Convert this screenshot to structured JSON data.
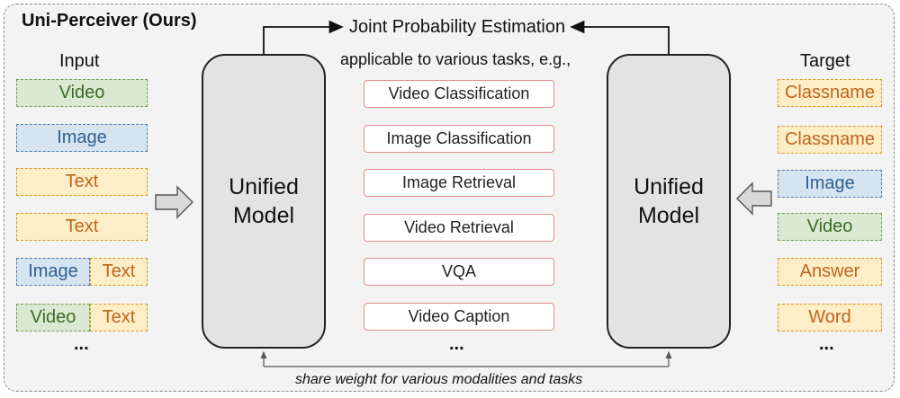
{
  "title": "Uni-Perceiver (Ours)",
  "input": {
    "heading": "Input",
    "rows": [
      {
        "kind": "video",
        "label": "Video"
      },
      {
        "kind": "image",
        "label": "Image"
      },
      {
        "kind": "text",
        "label": "Text"
      },
      {
        "kind": "text",
        "label": "Text"
      }
    ],
    "pair1": {
      "left": "Image",
      "right": "Text"
    },
    "pair2": {
      "left": "Video",
      "right": "Text"
    },
    "ellipsis": "..."
  },
  "target": {
    "heading": "Target",
    "rows": [
      {
        "kind": "text",
        "label": "Classname"
      },
      {
        "kind": "text",
        "label": "Classname"
      },
      {
        "kind": "image",
        "label": "Image"
      },
      {
        "kind": "video",
        "label": "Video"
      },
      {
        "kind": "text",
        "label": "Answer"
      },
      {
        "kind": "text",
        "label": "Word"
      }
    ],
    "ellipsis": "..."
  },
  "left_model": {
    "line1": "Unified",
    "line2": "Model"
  },
  "right_model": {
    "line1": "Unified",
    "line2": "Model"
  },
  "joint_label": "Joint Probability Estimation",
  "tasks_intro": "applicable to various tasks, e.g.,",
  "tasks": [
    "Video Classification",
    "Image Classification",
    "Image Retrieval",
    "Video Retrieval",
    "VQA",
    "Video Caption"
  ],
  "tasks_ellipsis": "...",
  "share_label": "share weight for various modalities and tasks",
  "colors": {
    "video_fill": "#dbe9d2",
    "image_fill": "#d6e3f1",
    "text_fill": "#fdeec8",
    "task_border": "#e58c8c"
  }
}
